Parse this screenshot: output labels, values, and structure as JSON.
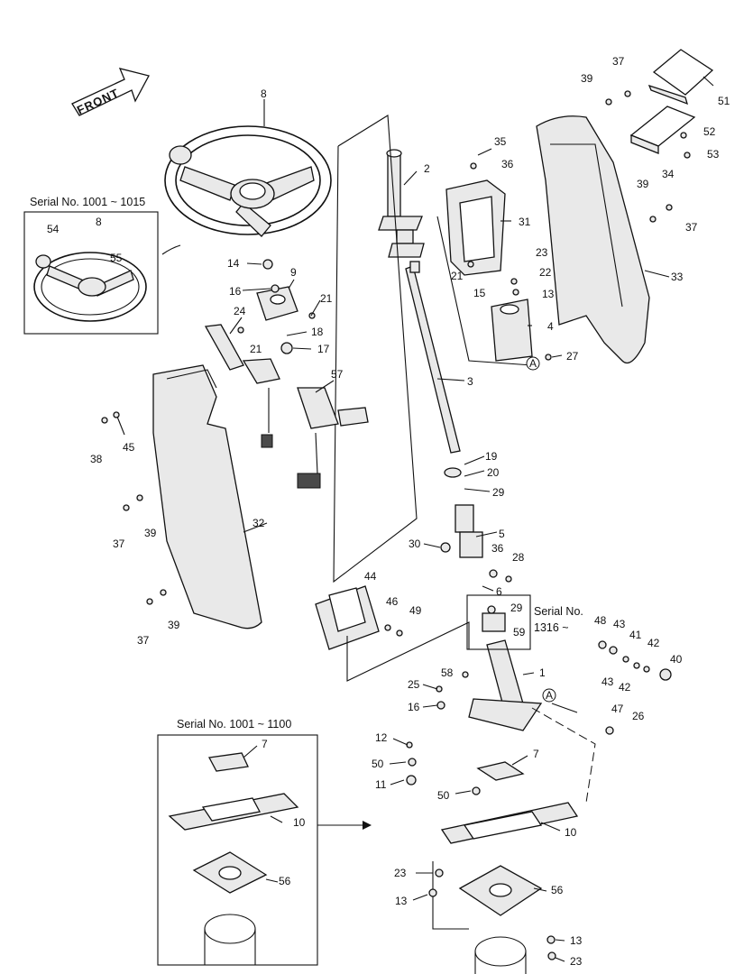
{
  "front_label": "FRONT",
  "notes": {
    "serial_1001_1015": "Serial No. 1001 ~ 1015",
    "serial_1316_line1": "Serial No.",
    "serial_1316_line2": "1316 ~",
    "serial_1001_1100": "Serial No. 1001 ~ 1100",
    "ref_A": "A"
  },
  "callouts": [
    {
      "id": "c8",
      "text": "8"
    },
    {
      "id": "c8b",
      "text": "8"
    },
    {
      "id": "c54",
      "text": "54"
    },
    {
      "id": "c55",
      "text": "55"
    },
    {
      "id": "c14",
      "text": "14"
    },
    {
      "id": "c9",
      "text": "9"
    },
    {
      "id": "c16",
      "text": "16"
    },
    {
      "id": "c21a",
      "text": "21"
    },
    {
      "id": "c24",
      "text": "24"
    },
    {
      "id": "c18",
      "text": "18"
    },
    {
      "id": "c21b",
      "text": "21"
    },
    {
      "id": "c17",
      "text": "17"
    },
    {
      "id": "c57",
      "text": "57"
    },
    {
      "id": "c38",
      "text": "38"
    },
    {
      "id": "c45",
      "text": "45"
    },
    {
      "id": "c37a",
      "text": "37"
    },
    {
      "id": "c39a",
      "text": "39"
    },
    {
      "id": "c32",
      "text": "32"
    },
    {
      "id": "c37b",
      "text": "37"
    },
    {
      "id": "c39b",
      "text": "39"
    },
    {
      "id": "c2",
      "text": "2"
    },
    {
      "id": "c35",
      "text": "35"
    },
    {
      "id": "c36a",
      "text": "36"
    },
    {
      "id": "c31",
      "text": "31"
    },
    {
      "id": "c23a",
      "text": "23"
    },
    {
      "id": "c22",
      "text": "22"
    },
    {
      "id": "c21c",
      "text": "21"
    },
    {
      "id": "c15",
      "text": "15"
    },
    {
      "id": "c13a",
      "text": "13"
    },
    {
      "id": "c4",
      "text": "4"
    },
    {
      "id": "c27",
      "text": "27"
    },
    {
      "id": "c3",
      "text": "3"
    },
    {
      "id": "c37c",
      "text": "37"
    },
    {
      "id": "c39c",
      "text": "39"
    },
    {
      "id": "c51",
      "text": "51"
    },
    {
      "id": "c52",
      "text": "52"
    },
    {
      "id": "c53",
      "text": "53"
    },
    {
      "id": "c34",
      "text": "34"
    },
    {
      "id": "c39d",
      "text": "39"
    },
    {
      "id": "c37d",
      "text": "37"
    },
    {
      "id": "c33",
      "text": "33"
    },
    {
      "id": "c19",
      "text": "19"
    },
    {
      "id": "c20",
      "text": "20"
    },
    {
      "id": "c29a",
      "text": "29"
    },
    {
      "id": "c5",
      "text": "5"
    },
    {
      "id": "c30",
      "text": "30"
    },
    {
      "id": "c36b",
      "text": "36"
    },
    {
      "id": "c28",
      "text": "28"
    },
    {
      "id": "c6",
      "text": "6"
    },
    {
      "id": "c44",
      "text": "44"
    },
    {
      "id": "c46",
      "text": "46"
    },
    {
      "id": "c49",
      "text": "49"
    },
    {
      "id": "c29b",
      "text": "29"
    },
    {
      "id": "c59",
      "text": "59"
    },
    {
      "id": "c48",
      "text": "48"
    },
    {
      "id": "c43a",
      "text": "43"
    },
    {
      "id": "c41",
      "text": "41"
    },
    {
      "id": "c42a",
      "text": "42"
    },
    {
      "id": "c40",
      "text": "40"
    },
    {
      "id": "c43b",
      "text": "43"
    },
    {
      "id": "c42b",
      "text": "42"
    },
    {
      "id": "c58",
      "text": "58"
    },
    {
      "id": "c1",
      "text": "1"
    },
    {
      "id": "c25",
      "text": "25"
    },
    {
      "id": "c16b",
      "text": "16"
    },
    {
      "id": "c47",
      "text": "47"
    },
    {
      "id": "c26",
      "text": "26"
    },
    {
      "id": "c7a",
      "text": "7"
    },
    {
      "id": "c10a",
      "text": "10"
    },
    {
      "id": "c56a",
      "text": "56"
    },
    {
      "id": "c12",
      "text": "12"
    },
    {
      "id": "c50a",
      "text": "50"
    },
    {
      "id": "c11",
      "text": "11"
    },
    {
      "id": "c7b",
      "text": "7"
    },
    {
      "id": "c50b",
      "text": "50"
    },
    {
      "id": "c10b",
      "text": "10"
    },
    {
      "id": "c23b",
      "text": "23"
    },
    {
      "id": "c13b",
      "text": "13"
    },
    {
      "id": "c56b",
      "text": "56"
    },
    {
      "id": "c13c",
      "text": "13"
    },
    {
      "id": "c23c",
      "text": "23"
    }
  ]
}
